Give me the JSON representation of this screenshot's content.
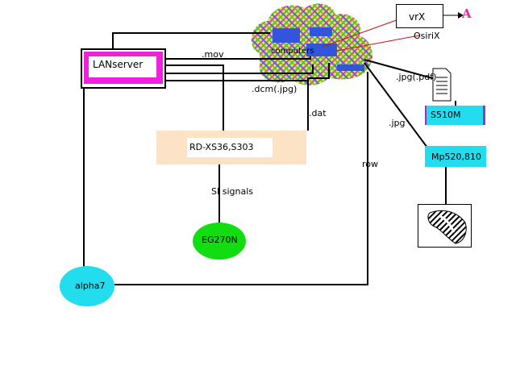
{
  "diagram": {
    "nodes": {
      "lanserver": "LANserver",
      "rd": "RD-XS36,S303",
      "eg": "EG270N",
      "alpha": "alpha7",
      "vrx": "vrX",
      "a_mark": "A",
      "osirix": "OsiriX",
      "computers": "computers",
      "s510": "S510M",
      "mp": "Mp520,810"
    },
    "edges": {
      "mov": ".mov",
      "dcm": ".dcm(.jpg)",
      "dat": ".dat",
      "jpgpdf": ".jpg(.pdf)",
      "jpg": ".jpg",
      "row": "row",
      "sil": "SI signals"
    },
    "colors": {
      "magenta": "#ee22dd",
      "cyan": "#22ddee",
      "green": "#11dd11",
      "peach": "#fde3c6",
      "blue": "#3355dd",
      "red": "#cc1111",
      "purple": "#9933cc",
      "pink": "#ee22aa"
    }
  }
}
